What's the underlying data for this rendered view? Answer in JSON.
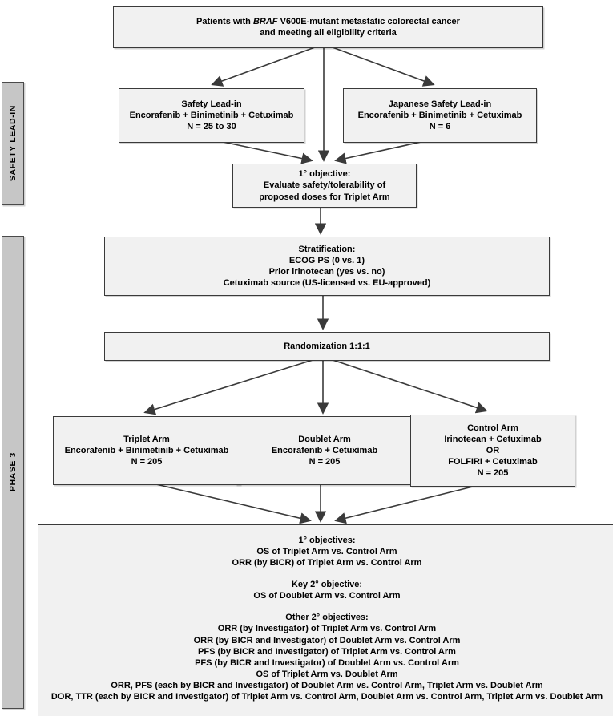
{
  "side_labels": {
    "safety_lead_in": "SAFETY LEAD-IN",
    "phase_3": "PHASE 3"
  },
  "boxes": {
    "eligibility": {
      "line1_pre": "Patients with ",
      "line1_italic": "BRAF",
      "line1_post": " V600E-mutant metastatic colorectal cancer",
      "line2": "and meeting all eligibility criteria"
    },
    "safety_lead_in": {
      "title": "Safety Lead-in",
      "regimen": "Encorafenib + Binimetinib + Cetuximab",
      "n": "N = 25 to 30"
    },
    "japanese_safety_lead_in": {
      "title": "Japanese Safety Lead-in",
      "regimen": "Encorafenib + Binimetinib + Cetuximab",
      "n": "N = 6"
    },
    "primary_objective": {
      "title": "1° objective:",
      "line2": "Evaluate safety/tolerability of",
      "line3": "proposed doses for Triplet Arm"
    },
    "stratification": {
      "title": "Stratification:",
      "line2": "ECOG PS (0 vs. 1)",
      "line3": "Prior irinotecan (yes vs. no)",
      "line4": "Cetuximab source (US-licensed vs. EU-approved)"
    },
    "randomization": {
      "label": "Randomization 1:1:1"
    },
    "triplet_arm": {
      "title": "Triplet Arm",
      "regimen": "Encorafenib + Binimetinib + Cetuximab",
      "n": "N = 205"
    },
    "doublet_arm": {
      "title": "Doublet Arm",
      "regimen": "Encorafenib + Cetuximab",
      "n": "N = 205"
    },
    "control_arm": {
      "title": "Control Arm",
      "line2": "Irinotecan + Cetuximab",
      "line3": "OR",
      "line4": "FOLFIRI + Cetuximab",
      "n": "N = 205"
    },
    "objectives": {
      "primary_title": "1° objectives:",
      "primary_lines": [
        "OS of Triplet Arm vs. Control Arm",
        "ORR (by BICR) of Triplet Arm vs. Control Arm"
      ],
      "key_secondary_title": "Key 2° objective:",
      "key_secondary_lines": [
        "OS of Doublet Arm vs. Control Arm"
      ],
      "other_secondary_title": "Other 2° objectives:",
      "other_secondary_lines": [
        "ORR (by Investigator) of Triplet Arm vs. Control Arm",
        "ORR (by BICR and Investigator) of Doublet Arm vs. Control Arm",
        "PFS (by BICR and Investigator) of Triplet Arm vs. Control Arm",
        "PFS (by BICR and Investigator) of Doublet Arm vs. Control Arm",
        "OS of Triplet Arm vs. Doublet Arm",
        "ORR, PFS (each by BICR and Investigator) of Doublet Arm vs. Control Arm, Triplet Arm vs. Doublet Arm",
        "DOR, TTR (each by BICR and Investigator) of Triplet Arm vs. Control Arm, Doublet Arm vs. Control Arm, Triplet Arm vs. Doublet Arm"
      ]
    }
  },
  "colors": {
    "box_fill": "#f1f1f1",
    "box_border": "#3a3a3a",
    "sidebar_fill": "#c6c6c6",
    "arrow": "#3a3a3a"
  }
}
